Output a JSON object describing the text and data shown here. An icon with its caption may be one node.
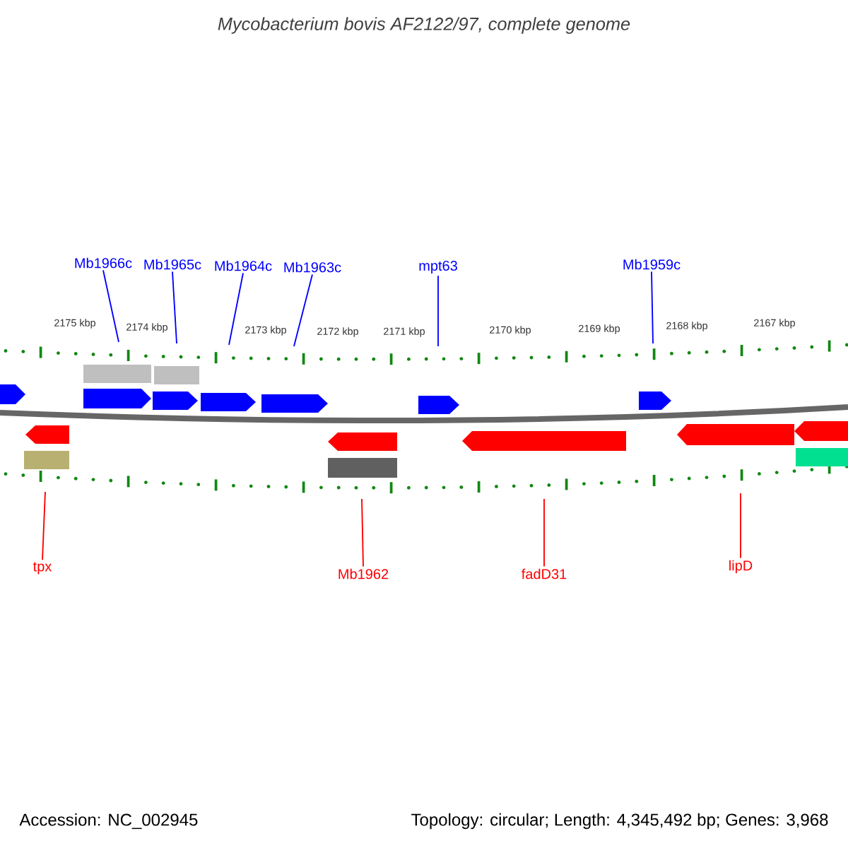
{
  "diagram": {
    "title": "Mycobacterium bovis AF2122/97, complete genome",
    "nodes": [
      {
        "text": [
          "Mb1966c"
        ]
      },
      {
        "text": [
          "Mb1965c"
        ]
      },
      {
        "text": [
          "Mb1964c"
        ]
      },
      {
        "text": [
          "Mb1963c"
        ]
      },
      {
        "text": [
          "mpt63"
        ]
      },
      {
        "text": [
          "Mb1959c"
        ]
      },
      {
        "text": [
          "tpx"
        ]
      },
      {
        "text": [
          "Mb1962"
        ]
      },
      {
        "text": [
          "fadD31"
        ]
      },
      {
        "text": [
          "lipD"
        ]
      }
    ],
    "edges": [
      {
        "from": 0,
        "to": null,
        "arrow": "none"
      },
      {
        "from": 1,
        "to": null,
        "arrow": "none"
      },
      {
        "from": 2,
        "to": null,
        "arrow": "none"
      },
      {
        "from": 3,
        "to": null,
        "arrow": "none"
      },
      {
        "from": 4,
        "to": null,
        "arrow": "none"
      },
      {
        "from": 5,
        "to": null,
        "arrow": "none"
      },
      {
        "from": 6,
        "to": null,
        "arrow": "none",
        "color": "#ff0000"
      },
      {
        "from": 7,
        "to": null,
        "arrow": "none",
        "color": "#ff0000"
      },
      {
        "from": 8,
        "to": null,
        "arrow": "none",
        "color": "#ff0000"
      },
      {
        "from": 9,
        "to": null,
        "arrow": "none",
        "color": "#ff0000"
      }
    ],
    "labels": [
      "2175 kbp",
      "2174 kbp",
      "2173 kbp",
      "2172 kbp",
      "2171 kbp",
      "2170 kbp",
      "2169 kbp",
      "2168 kbp",
      "2167 kbp",
      "Accession: NC_002945",
      "Topology: circular; Length: 4,345,492 bp; Genes: 3,968"
    ]
  }
}
